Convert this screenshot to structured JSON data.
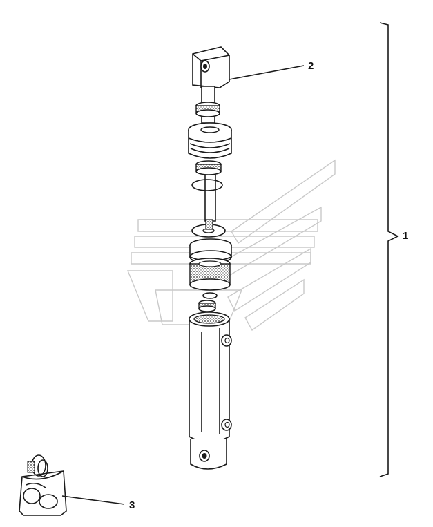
{
  "callouts": {
    "assembly": "1",
    "rod_end": "2",
    "seal_kit": "3"
  },
  "colors": {
    "line": "#1a1a1a",
    "watermark": "#c9c9c9",
    "background": "#ffffff"
  }
}
